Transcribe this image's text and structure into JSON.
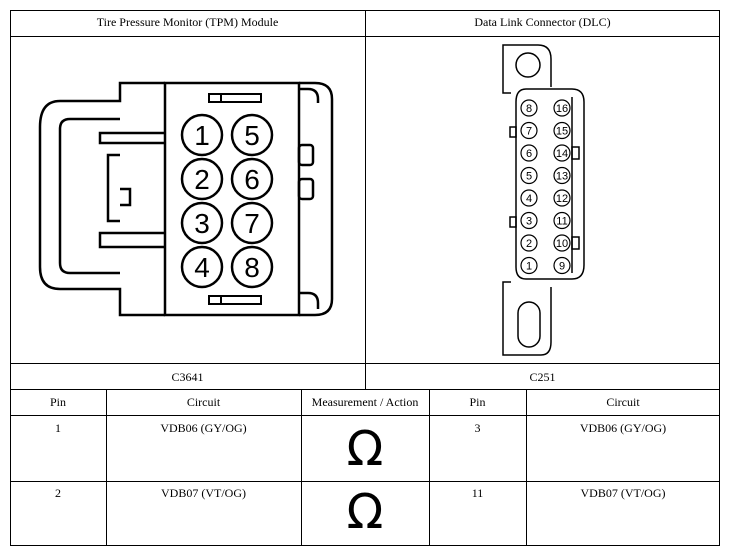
{
  "left_panel": {
    "title": "Tire Pressure Monitor (TPM) Module",
    "connector_id": "C3641",
    "pins": [
      "1",
      "2",
      "3",
      "4",
      "5",
      "6",
      "7",
      "8"
    ]
  },
  "right_panel": {
    "title": "Data Link Connector (DLC)",
    "connector_id": "C251",
    "pins_left": [
      "8",
      "7",
      "6",
      "5",
      "4",
      "3",
      "2",
      "1"
    ],
    "pins_right": [
      "16",
      "15",
      "14",
      "13",
      "12",
      "11",
      "10",
      "9"
    ]
  },
  "table": {
    "headers": {
      "pin_a": "Pin",
      "circuit_a": "Circuit",
      "measurement": "Measurement / Action",
      "pin_b": "Pin",
      "circuit_b": "Circuit"
    },
    "rows": [
      {
        "pin_a": "1",
        "circuit_a": "VDB06 (GY/OG)",
        "symbol": "Ω",
        "pin_b": "3",
        "circuit_b": "VDB06 (GY/OG)"
      },
      {
        "pin_a": "2",
        "circuit_a": "VDB07 (VT/OG)",
        "symbol": "Ω",
        "pin_b": "11",
        "circuit_b": "VDB07 (VT/OG)"
      }
    ]
  }
}
